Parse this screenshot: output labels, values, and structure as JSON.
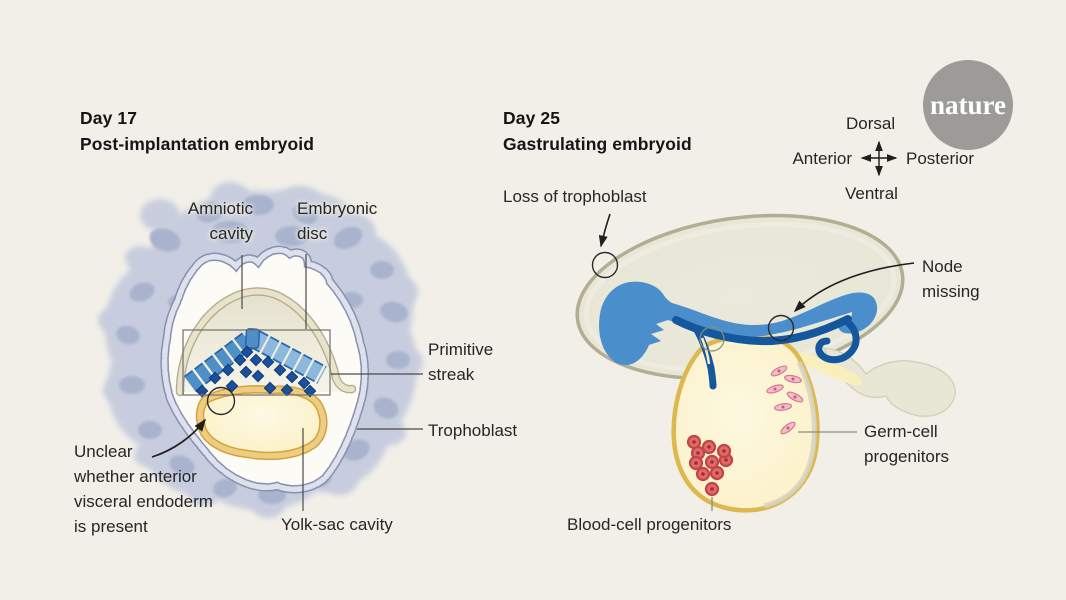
{
  "background_color": "#f2efe8",
  "brand": {
    "logo_text": "nature",
    "logo_bg": "#9c9b97",
    "logo_text_color": "#ffffff"
  },
  "left_panel": {
    "title": "Day 17\nPost-implantation embryoid",
    "labels": {
      "amniotic_cavity": "Amniotic\ncavity",
      "embryonic_disc": "Embryonic\ndisc",
      "primitive_streak": "Primitive\nstreak",
      "trophoblast": "Trophoblast",
      "avd_note": "Unclear\nwhether anterior\nvisceral endoderm\nis present",
      "yolk_sac_cavity": "Yolk-sac cavity"
    }
  },
  "right_panel": {
    "title": "Day 25\nGastrulating embryoid",
    "labels": {
      "loss_of_trophoblast": "Loss of trophoblast",
      "node_missing": "Node\nmissing",
      "germ_cell_progenitors": "Germ-cell\nprogenitors",
      "blood_cell_progenitors": "Blood-cell progenitors"
    }
  },
  "compass": {
    "up": "Dorsal",
    "down": "Ventral",
    "left": "Anterior",
    "right": "Posterior"
  },
  "colors": {
    "epiblast_blue": "#4a8ecb",
    "epiblast_light_blue": "#8ab8df",
    "hypoblast_dark_blue": "#15579e",
    "yolk_sac_gold": "#dcb84f",
    "trophoblast_lavender": "#c7cdde",
    "trophoblast_spots": "#a9b3cd",
    "amnion_olive": "#b1ae92",
    "blood_cell_red": "#c34444",
    "germ_cell_pink": "#f3bcca",
    "text": "#262626"
  }
}
